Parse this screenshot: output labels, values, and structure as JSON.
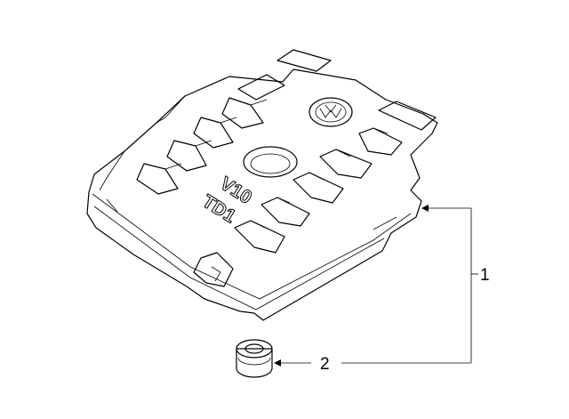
{
  "diagram": {
    "parts": [
      {
        "id": "engine-cover",
        "callout": "1",
        "embossed_text": [
          "V10",
          "TD1"
        ]
      },
      {
        "id": "grommet",
        "callout": "2"
      }
    ],
    "colors": {
      "line": "#000000",
      "background": "#ffffff"
    },
    "icons": {
      "emblem": "vw-logo-icon"
    }
  }
}
